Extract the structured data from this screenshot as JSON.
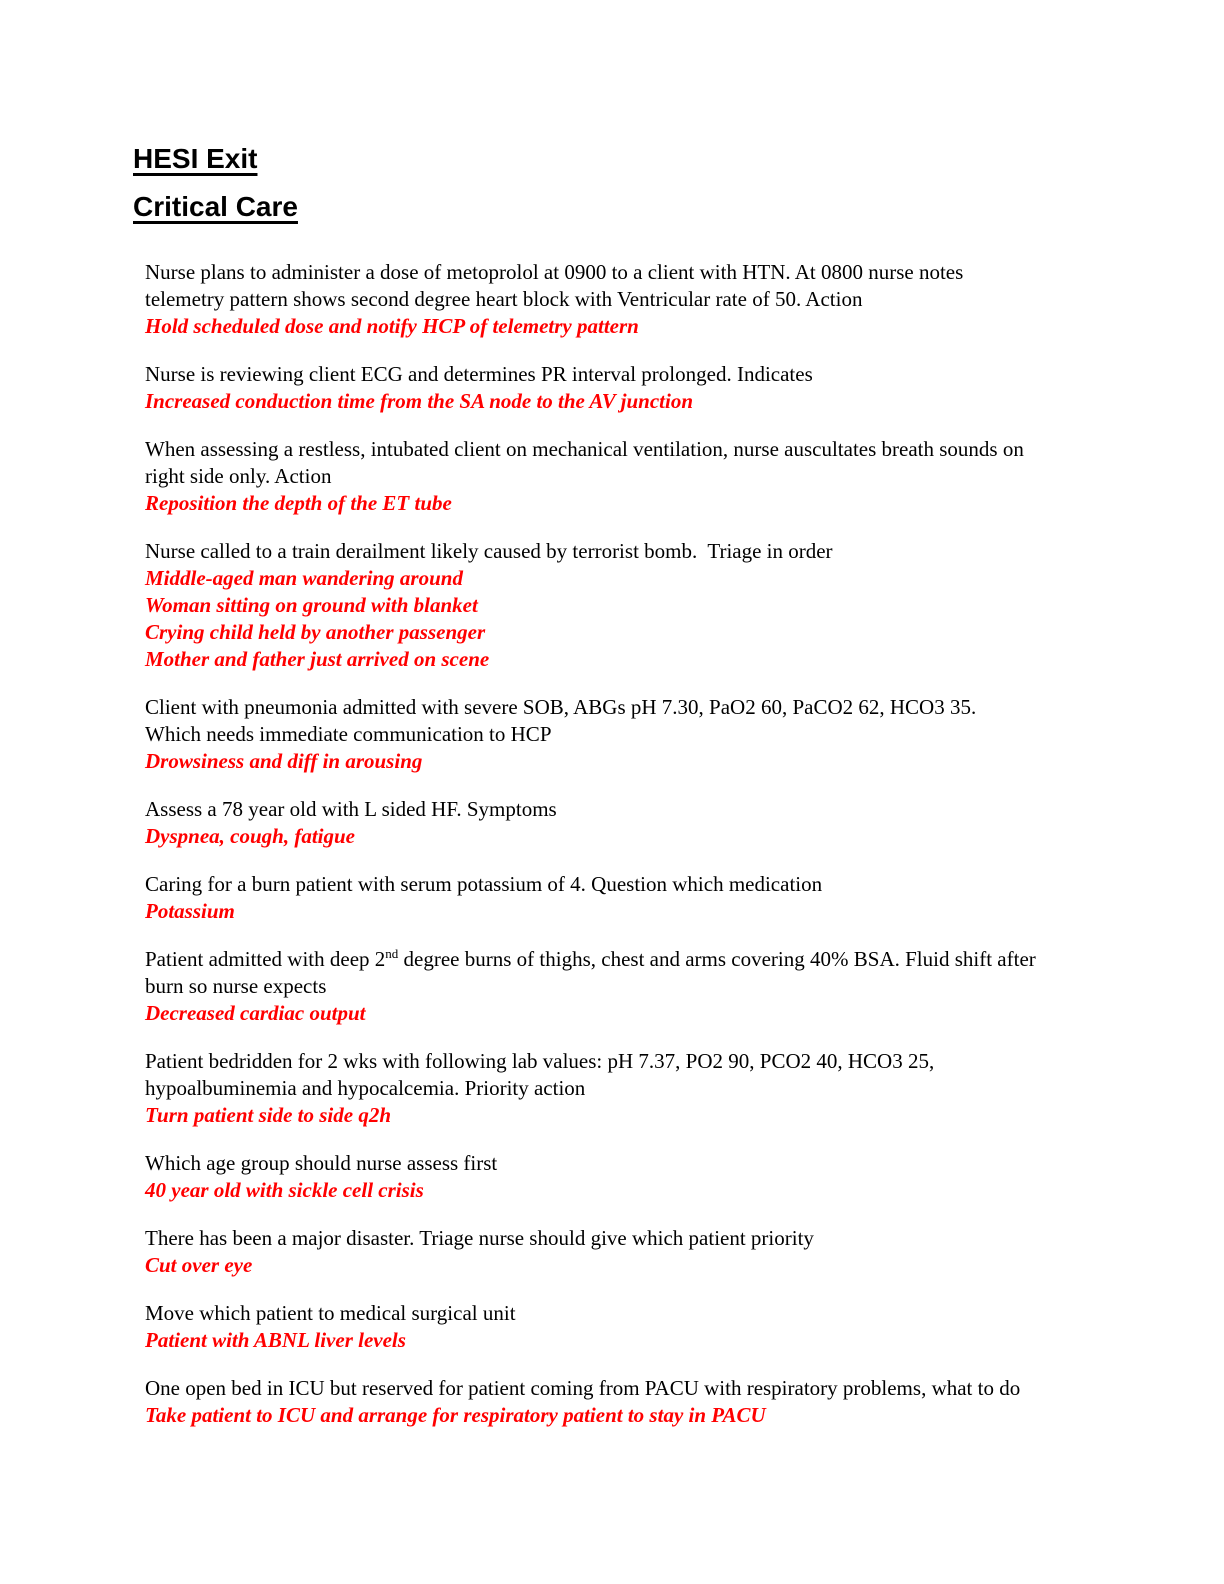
{
  "page": {
    "title_line1": "HESI Exit",
    "title_line2": "Critical Care",
    "colors": {
      "background": "#ffffff",
      "question_text": "#000000",
      "answer_text": "#ff0000"
    }
  },
  "qa_blocks": [
    {
      "question_lines": [
        "Nurse plans to administer a dose of metoprolol at 0900 to a client with HTN. At 0800 nurse notes",
        "telemetry pattern shows second degree heart block with Ventricular rate of 50. Action"
      ],
      "answer_lines": [
        "Hold scheduled dose and notify HCP of telemetry pattern"
      ]
    },
    {
      "question_lines": [
        "Nurse is reviewing client ECG and determines PR interval prolonged. Indicates"
      ],
      "answer_lines": [
        "Increased conduction time from the SA node to the AV junction"
      ]
    },
    {
      "question_lines": [
        "When assessing a restless, intubated client on mechanical ventilation, nurse auscultates breath sounds on",
        "right side only. Action"
      ],
      "answer_lines": [
        "Reposition the depth of the ET tube"
      ]
    },
    {
      "question_lines": [
        "Nurse called to a train derailment likely caused by terrorist bomb.  Triage in order"
      ],
      "answer_lines": [
        "Middle-aged man wandering around",
        "Woman sitting on ground with blanket",
        "Crying child held by another passenger",
        "Mother and father just arrived on scene"
      ]
    },
    {
      "question_lines": [
        "Client with pneumonia admitted with severe SOB, ABGs pH 7.30, PaO2 60, PaCO2 62, HCO3 35.",
        "Which needs immediate communication to HCP"
      ],
      "answer_lines": [
        "Drowsiness and diff in arousing"
      ]
    },
    {
      "question_lines": [
        "Assess a 78 year old with L sided HF. Symptoms"
      ],
      "answer_lines": [
        "Dyspnea, cough, fatigue"
      ]
    },
    {
      "question_lines": [
        "Caring for a burn patient with serum potassium of 4. Question which medication"
      ],
      "answer_lines": [
        "Potassium"
      ]
    },
    {
      "question_lines": [
        [
          "Patient admitted with deep 2",
          {
            "sup": "nd"
          },
          " degree burns of thighs, chest and arms covering 40% BSA. Fluid shift after"
        ],
        "burn so nurse expects"
      ],
      "answer_lines": [
        "Decreased cardiac output"
      ]
    },
    {
      "question_lines": [
        "Patient bedridden for 2 wks with following lab values: pH 7.37, PO2 90, PCO2 40, HCO3 25,",
        "hypoalbuminemia and hypocalcemia. Priority action"
      ],
      "answer_lines": [
        "Turn patient side to side q2h"
      ]
    },
    {
      "question_lines": [
        "Which age group should nurse assess first"
      ],
      "answer_lines": [
        "40 year old with sickle cell crisis"
      ]
    },
    {
      "question_lines": [
        "There has been a major disaster. Triage nurse should give which patient priority"
      ],
      "answer_lines": [
        "Cut over eye"
      ]
    },
    {
      "question_lines": [
        "Move which patient to medical surgical unit"
      ],
      "answer_lines": [
        "Patient with ABNL liver levels"
      ]
    },
    {
      "question_lines": [
        "One open bed in ICU but reserved for patient coming from PACU with respiratory problems, what to do"
      ],
      "answer_lines": [
        "Take patient to ICU and arrange for respiratory patient to stay in PACU"
      ]
    }
  ]
}
